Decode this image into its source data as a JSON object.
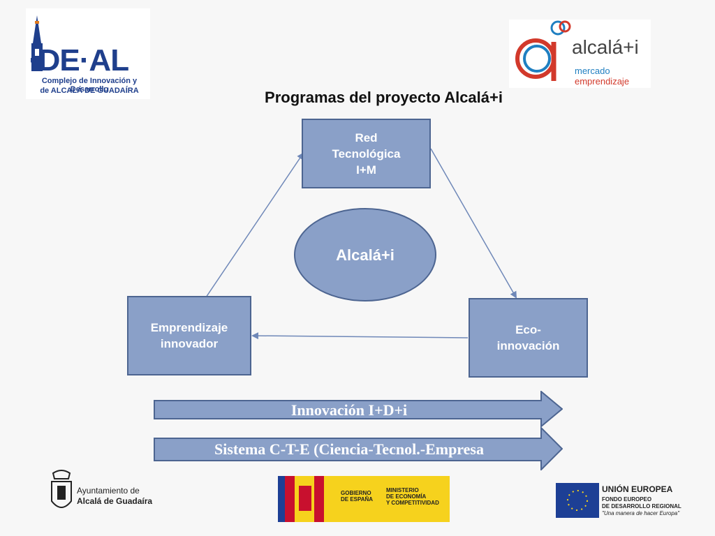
{
  "logos": {
    "adeal": {
      "word": "·DE·AL",
      "line1": "Complejo de Innovación y Desarrollo",
      "line2": "de ALCALÁ DE GUADAÍRA"
    },
    "mercado": {
      "brand": "alcalá+i",
      "line1": "mercado",
      "line2": "emprendizaje"
    },
    "ayuntamiento": {
      "line1": "Ayuntamiento de",
      "line2": "Alcalá de Guadaíra"
    },
    "gobierno": {
      "left": "GOBIERNO\nDE ESPAÑA",
      "right": "MINISTERIO\nDE ECONOMÍA\nY COMPETITIVIDAD"
    },
    "union_europea": {
      "title": "UNIÓN EUROPEA",
      "l1": "FONDO EUROPEO",
      "l2": "DE DESARROLLO REGIONAL",
      "l3": "\"Una manera de hacer Europa\""
    }
  },
  "title": "Programas del proyecto Alcalá+i",
  "diagram": {
    "center": "Alcalá+i",
    "nodes": {
      "red": "Red\nTecnológica\nI+M",
      "emprendizaje": "Emprendizaje\ninnovador",
      "eco": "Eco-\ninnovación"
    },
    "edges": [
      {
        "from": "emprendizaje",
        "to": "red"
      },
      {
        "from": "red",
        "to": "eco"
      },
      {
        "from": "eco",
        "to": "emprendizaje"
      }
    ]
  },
  "banners": [
    "Innovación I+D+i",
    "Sistema C-T-E (Ciencia-Tecnol.-Empresa"
  ],
  "colors": {
    "box_fill": "#8aa0c8",
    "box_border": "#4d6591",
    "banner_fill": "#8aa0c8",
    "edge": "#6f88b8"
  }
}
